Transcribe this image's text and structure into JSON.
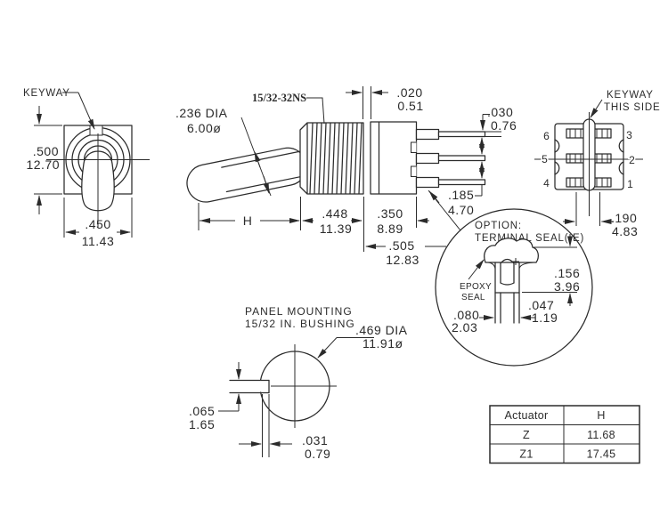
{
  "front_view": {
    "keyway_label": "KEYWAY",
    "height_in": ".500",
    "height_mm": "12.70",
    "width_in": ".450",
    "width_mm": "11.43"
  },
  "side_view": {
    "actuator_dia_in": ".236 DIA",
    "actuator_dia_mm": "6.00ø",
    "thread_spec": "15/32-32NS",
    "actuator_len_label": "H",
    "bushing_len_in": ".448",
    "bushing_len_mm": "11.39",
    "washer_gap_in": ".020",
    "washer_gap_mm": "0.51",
    "terminal_thickness_in": ".030",
    "terminal_thickness_mm": "0.76",
    "terminal_spacing_in": ".185",
    "terminal_spacing_mm": "4.70",
    "body_depth_in": ".350",
    "body_depth_mm": "8.89",
    "overall_depth_in": ".505",
    "overall_depth_mm": "12.83"
  },
  "rear_view": {
    "keyway_note_line1": "KEYWAY",
    "keyway_note_line2": "THIS SIDE",
    "terminal_numbers": [
      "6",
      "3",
      "5",
      "2",
      "4",
      "1"
    ],
    "terminal_pitch_in": ".190",
    "terminal_pitch_mm": "4.83"
  },
  "seal_detail": {
    "option_line1": "OPTION:",
    "option_line2": "TERMINAL SEAL(-E)",
    "epoxy_line1": "EPOXY",
    "epoxy_line2": "SEAL",
    "seal_height_in": ".156",
    "seal_height_mm": "3.96",
    "terminal_width_in": ".047",
    "terminal_width_mm": "1.19",
    "seal_depth_in": ".080",
    "seal_depth_mm": "2.03"
  },
  "panel_view": {
    "title_line1": "PANEL MOUNTING",
    "title_line2": "15/32 IN. BUSHING",
    "hole_dia_in": ".469 DIA",
    "hole_dia_mm": "11.91ø",
    "keyway_height_in": ".065",
    "keyway_height_mm": "1.65",
    "keyway_width_in": ".031",
    "keyway_width_mm": "0.79"
  },
  "spec_table": {
    "headers": [
      "Actuator",
      "H"
    ],
    "rows": [
      [
        "Z",
        "11.68"
      ],
      [
        "Z1",
        "17.45"
      ]
    ]
  },
  "colors": {
    "line": "#2b2b2b",
    "background": "#ffffff"
  }
}
